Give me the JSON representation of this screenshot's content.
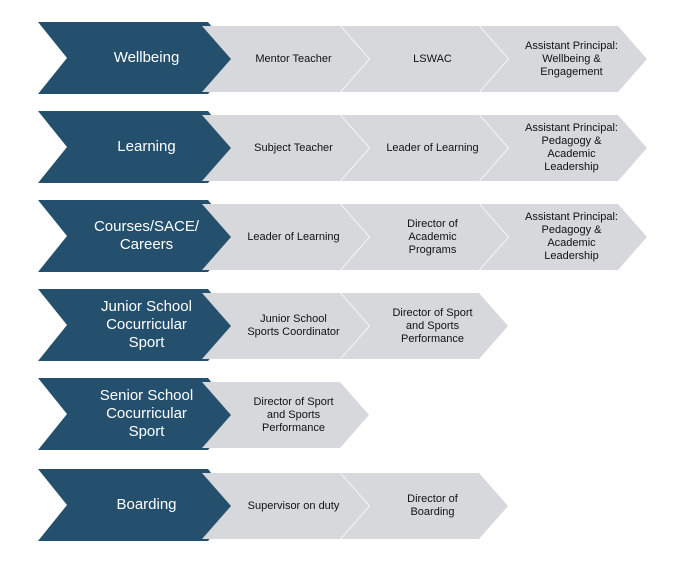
{
  "rows": [
    {
      "head": "Wellbeing",
      "steps": [
        "Mentor Teacher",
        "LSWAC",
        "Assistant Principal:\nWellbeing &\nEngagement"
      ]
    },
    {
      "head": "Learning",
      "steps": [
        "Subject Teacher",
        "Leader of Learning",
        "Assistant Principal:\nPedagogy &\nAcademic\nLeadership"
      ]
    },
    {
      "head": "Courses/SACE/\nCareers",
      "steps": [
        "Leader of Learning",
        "Director of\nAcademic\nPrograms",
        "Assistant Principal:\nPedagogy &\nAcademic\nLeadership"
      ]
    },
    {
      "head": "Junior School\nCocurricular\nSport",
      "steps": [
        "Junior School\nSports Coordinator",
        "Director of Sport\nand Sports\nPerformance"
      ]
    },
    {
      "head": "Senior School\nCocurricular\nSport",
      "steps": [
        "Director of Sport\nand Sports\nPerformance"
      ]
    },
    {
      "head": "Boarding",
      "steps": [
        "Supervisor on duty",
        "Director of\nBoarding"
      ]
    }
  ],
  "colors": {
    "head_fill": "#24506e",
    "step_fill": "#d6d8db",
    "head_text": "#ffffff",
    "step_text": "#111111"
  }
}
